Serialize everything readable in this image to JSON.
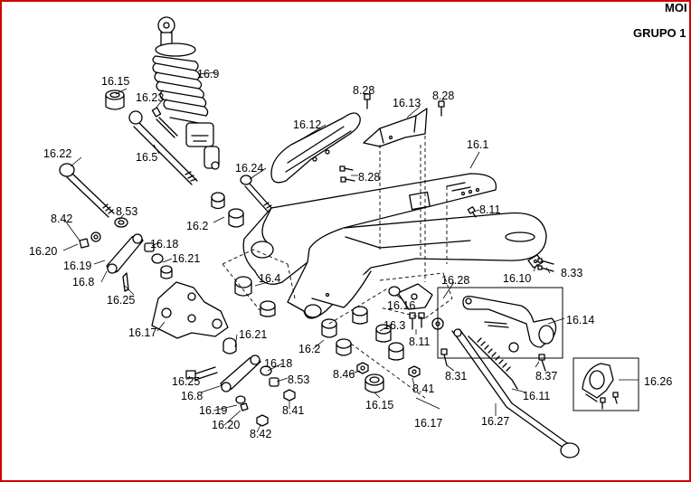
{
  "header": {
    "model": "MOI",
    "group": "GRUPO 1"
  },
  "labels": [
    "16.9",
    "16.15",
    "16.23",
    "16.5",
    "16.22",
    "8.53",
    "8.42",
    "16.20",
    "16.19",
    "16.8",
    "16.25",
    "16.18",
    "16.21",
    "16.17",
    "16.2",
    "16.24",
    "16.4",
    "16.12",
    "8.28",
    "16.13",
    "8.28",
    "16.1",
    "8.28",
    "8.11",
    "16.10",
    "8.33",
    "16.28",
    "16.16",
    "16.3",
    "8.11",
    "16.14",
    "16.2",
    "16.21",
    "8.46",
    "16.15",
    "8.41",
    "16.17",
    "16.18",
    "8.53",
    "16.25",
    "16.8",
    "8.41",
    "16.19",
    "16.20",
    "8.42",
    "8.31",
    "16.11",
    "8.37",
    "16.27",
    "16.26"
  ]
}
